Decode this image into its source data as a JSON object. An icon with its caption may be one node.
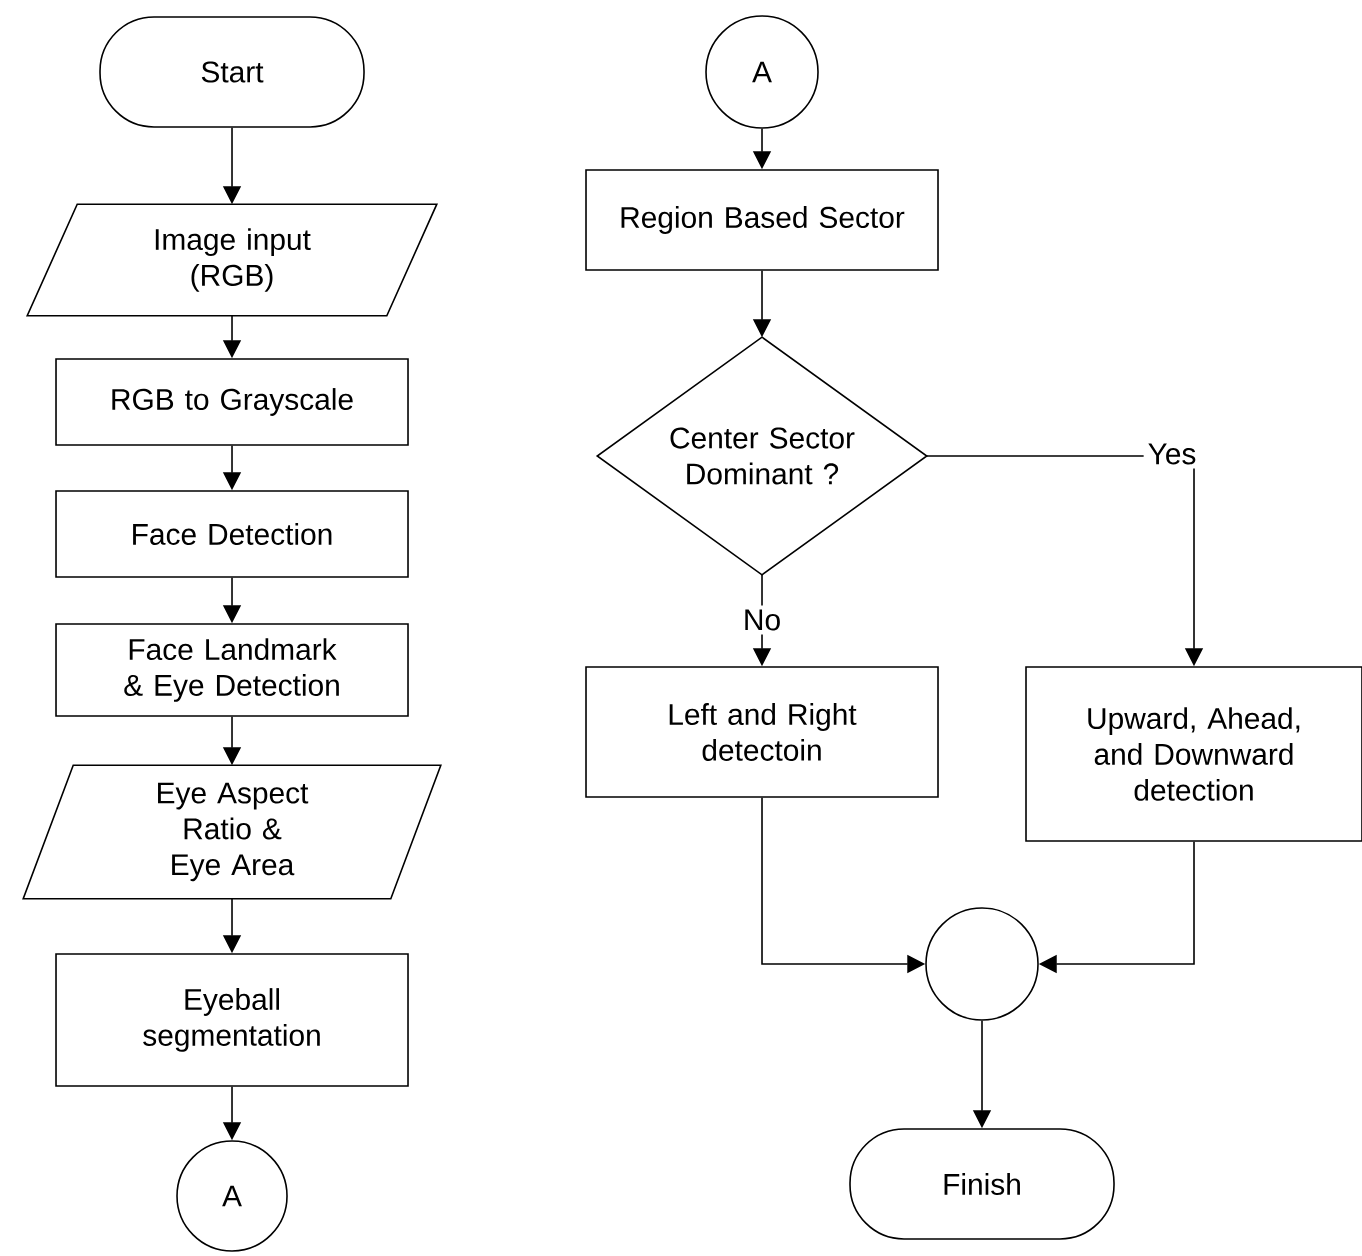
{
  "diagram": {
    "nodes": [
      {
        "text": [
          "Start"
        ]
      },
      {
        "text": [
          "Image input (RGB)"
        ]
      },
      {
        "text": [
          "RGB to Grayscale"
        ]
      },
      {
        "text": [
          "Face Detection"
        ]
      },
      {
        "text": [
          "Face Landmark & Eye Detection"
        ]
      },
      {
        "text": [
          "Eye Aspect Ratio & Eye Area"
        ]
      },
      {
        "text": [
          "Eyeball segmentation"
        ]
      },
      {
        "text": [
          "A"
        ]
      },
      {
        "text": [
          "A"
        ]
      },
      {
        "text": [
          "Region Based Sector"
        ]
      },
      {
        "text": [
          "Center Sector Dominant ?"
        ]
      },
      {
        "text": [
          "Left and Right detectoin"
        ]
      },
      {
        "text": [
          "Upward, Ahead, and Downward detection"
        ]
      },
      {
        "text": [],
        "shape": "circle"
      },
      {
        "text": [
          "Finish"
        ]
      }
    ],
    "edges": [
      {
        "from": 0,
        "to": 1,
        "arrow": "to"
      },
      {
        "from": 1,
        "to": 2,
        "arrow": "to"
      },
      {
        "from": 2,
        "to": 3,
        "arrow": "to"
      },
      {
        "from": 3,
        "to": 4,
        "arrow": "to"
      },
      {
        "from": 4,
        "to": 5,
        "arrow": "to"
      },
      {
        "from": 5,
        "to": 6,
        "arrow": "to"
      },
      {
        "from": 6,
        "to": 7,
        "arrow": "to"
      },
      {
        "from": 8,
        "to": 9,
        "arrow": "to"
      },
      {
        "from": 9,
        "to": 10,
        "arrow": "to"
      },
      {
        "from": 10,
        "to": 11,
        "arrow": "to",
        "label": "No"
      },
      {
        "from": 10,
        "to": 12,
        "arrow": "to",
        "label": "Yes"
      },
      {
        "from": 11,
        "to": 13,
        "arrow": "to"
      },
      {
        "from": 12,
        "to": 13,
        "arrow": "to"
      },
      {
        "from": 13,
        "to": 14,
        "arrow": "to"
      }
    ]
  }
}
